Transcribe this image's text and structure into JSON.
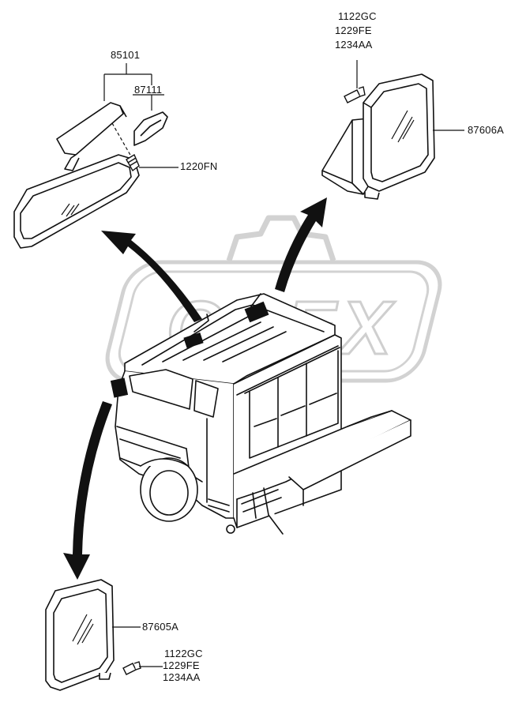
{
  "watermark": {
    "text": "OPEX"
  },
  "parts": {
    "inner_mirror_assembly": "85101",
    "mirror_cover": "87111",
    "mirror_screw": "1220FN",
    "right_mirror_assembly": "87606A",
    "right_fasteners": [
      "1122GC",
      "1229FE",
      "1234AA"
    ],
    "left_mirror_assembly": "87605A",
    "left_fasteners": [
      "1122GC",
      "1229FE",
      "1234AA"
    ]
  },
  "colors": {
    "line": "#111111",
    "watermark": "#d4d4d4",
    "fill": "#ffffff"
  }
}
